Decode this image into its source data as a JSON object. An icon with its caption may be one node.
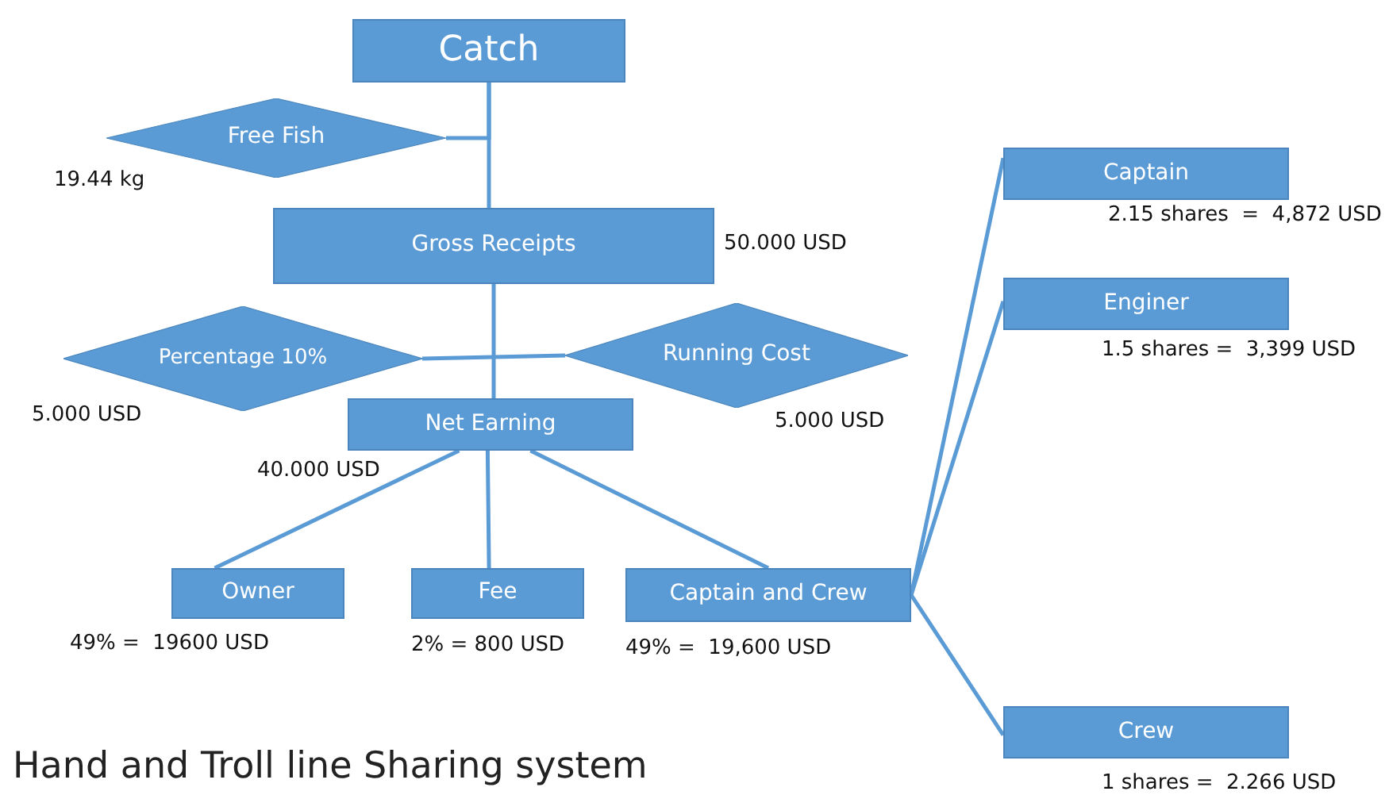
{
  "diagram": {
    "caption": "Hand and Troll line Sharing system",
    "nodes": [
      {
        "text": [
          "Catch"
        ]
      },
      {
        "text": [
          "Free Fish"
        ],
        "beside": [
          "19.44 kg"
        ]
      },
      {
        "text": [
          "Gross Receipts"
        ],
        "beside": [
          "50.000 USD"
        ]
      },
      {
        "text": [
          "Percentage 10%"
        ],
        "beside": [
          "5.000 USD"
        ]
      },
      {
        "text": [
          "Running Cost"
        ],
        "beside": [
          "5.000 USD"
        ]
      },
      {
        "text": [
          "Net Earning"
        ],
        "beside": [
          "40.000 USD"
        ]
      },
      {
        "text": [
          "Owner"
        ],
        "beside": [
          "49% =  19600 USD"
        ]
      },
      {
        "text": [
          "Fee"
        ],
        "beside": [
          "2% = 800 USD"
        ]
      },
      {
        "text": [
          "Captain and Crew"
        ],
        "beside": [
          "49% =  19,600 USD"
        ]
      },
      {
        "text": [
          "Captain"
        ],
        "beside": [
          "2.15 shares  =  4,872 USD"
        ]
      },
      {
        "text": [
          "Enginer"
        ],
        "beside": [
          "1.5 shares =  3,399 USD"
        ]
      },
      {
        "text": [
          "Crew"
        ],
        "beside": [
          "1 shares =  2.266 USD"
        ]
      }
    ],
    "edges": [
      {
        "from": 0,
        "to": 2,
        "arrow": "none"
      },
      {
        "from": 0,
        "to": 1,
        "arrow": "none"
      },
      {
        "from": 2,
        "to": 5,
        "arrow": "none"
      },
      {
        "from": 3,
        "to": 4,
        "arrow": "none"
      },
      {
        "from": 5,
        "to": 6,
        "arrow": "none"
      },
      {
        "from": 5,
        "to": 7,
        "arrow": "none"
      },
      {
        "from": 5,
        "to": 8,
        "arrow": "none"
      },
      {
        "from": 8,
        "to": 9,
        "arrow": "none"
      },
      {
        "from": 8,
        "to": 10,
        "arrow": "none"
      },
      {
        "from": 8,
        "to": 11,
        "arrow": "none"
      }
    ]
  }
}
